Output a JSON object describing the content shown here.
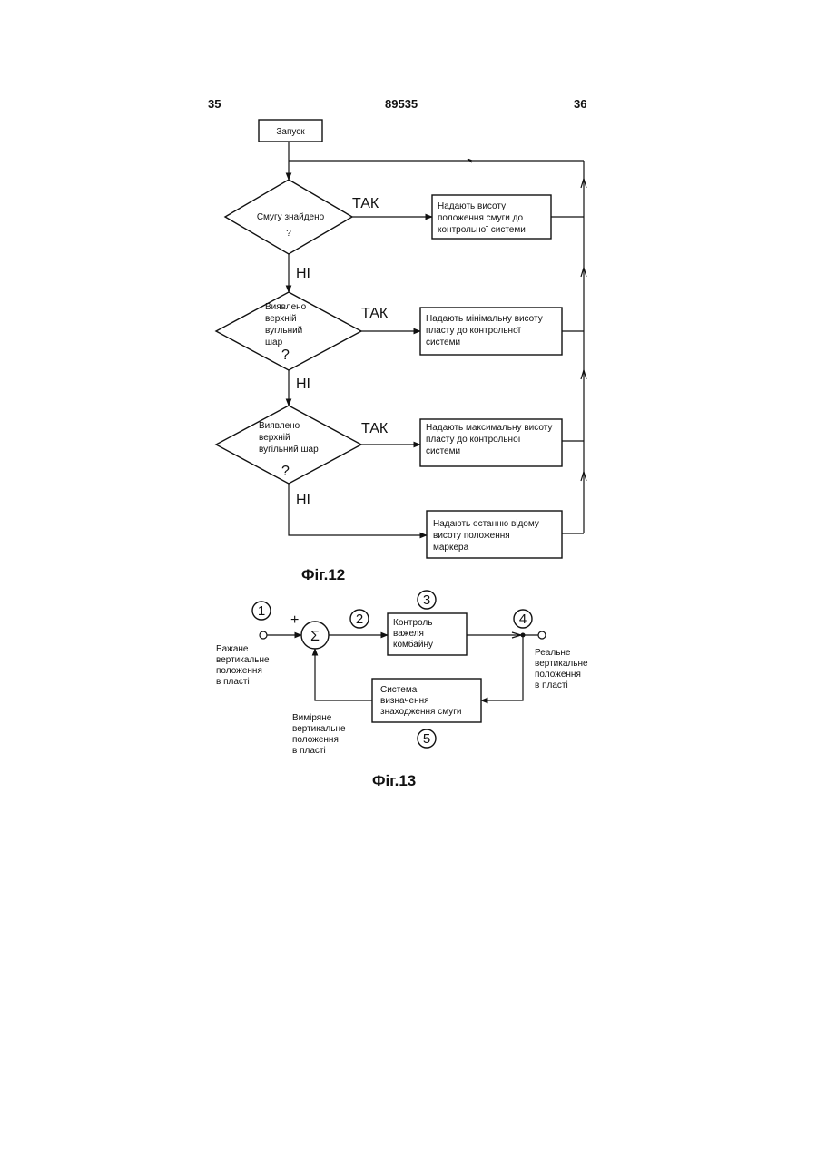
{
  "header": {
    "left_page": "35",
    "patent_number": "89535",
    "right_page": "36"
  },
  "fig12": {
    "start": "Запуск",
    "decision1": [
      "Смугу знайдено",
      "?"
    ],
    "decision2": [
      "Виявлено",
      "верхній",
      "вугльний",
      "шар",
      "?"
    ],
    "decision3": [
      "Виявлено",
      "верхній",
      "вугільний шар",
      "?"
    ],
    "action1": [
      "Надають висоту",
      "положення смуги до",
      "контрольної системи"
    ],
    "action2": [
      "Надають мінімальну висоту",
      "пласту до контрольної",
      "системи"
    ],
    "action3": [
      "Надають максимальну висоту",
      "пласту до контрольної",
      "системи"
    ],
    "action4": [
      "Надають останню відому",
      "висоту положення",
      "маркера"
    ],
    "yes": "ТАК",
    "no": "НІ",
    "caption": "Фіг.12"
  },
  "fig13": {
    "node1": "1",
    "node2": "2",
    "node3": "3",
    "node4": "4",
    "node5": "5",
    "plus": "+",
    "sum": "Σ",
    "control_box": [
      "Контроль",
      "важеля",
      "комбайну"
    ],
    "system_box": [
      "Система",
      "визначення",
      "знаходження смуги"
    ],
    "desired": [
      "Бажане",
      "вертикальне",
      "положення",
      "в пласті"
    ],
    "real": [
      "Реальне",
      "вертикальне",
      "положення",
      "в пласті"
    ],
    "measured": [
      "Виміряне",
      "вертикальне",
      "положення",
      "в пласті"
    ],
    "caption": "Фіг.13"
  }
}
